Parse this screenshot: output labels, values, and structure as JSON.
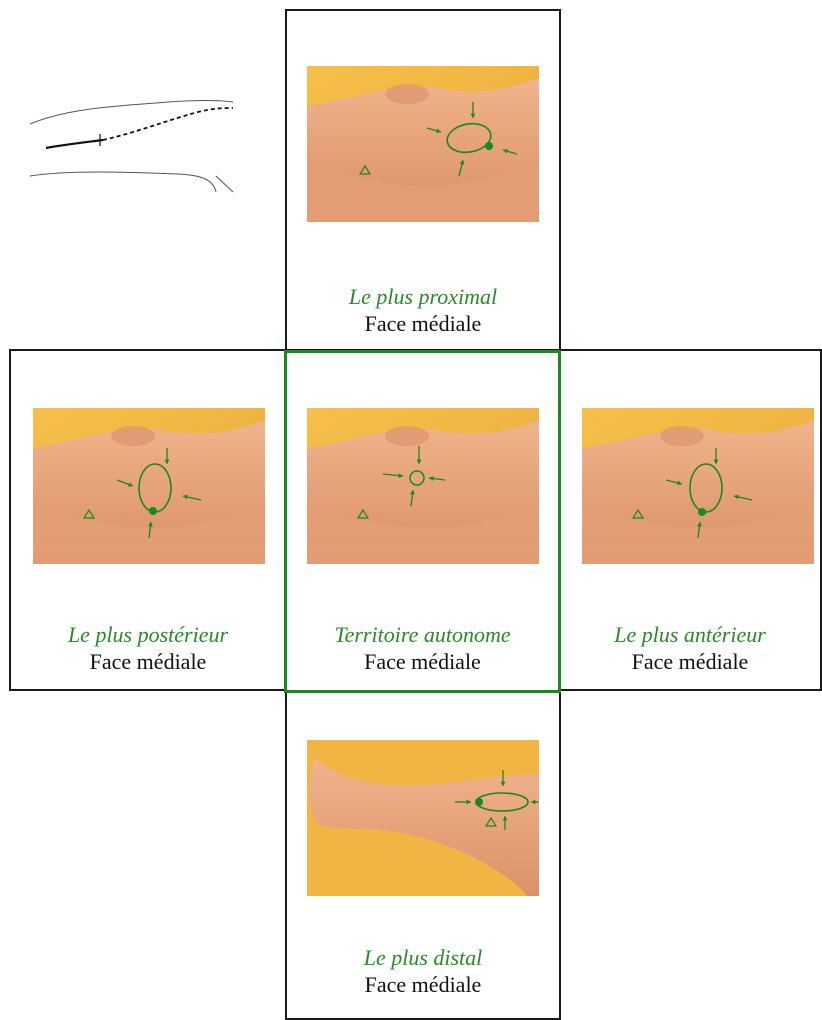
{
  "colors": {
    "accent_green": "#1a8a1a",
    "skin": "#e9ab84",
    "background_orange": "#f4b743",
    "border": "#1a1a1a"
  },
  "panels": {
    "proximal": {
      "title": "Le plus proximal",
      "subtitle": "Face médiale",
      "marker": "proximal-edge"
    },
    "posterior": {
      "title": "Le plus postérieur",
      "subtitle": "Face médiale",
      "marker": "posterior-edge"
    },
    "autonomous": {
      "title": "Territoire autonome",
      "subtitle": "Face médiale",
      "marker": "autonomous-zone"
    },
    "anterior": {
      "title": "Le plus antérieur",
      "subtitle": "Face médiale",
      "marker": "anterior-edge"
    },
    "distal": {
      "title": "Le plus distal",
      "subtitle": "Face médiale",
      "marker": "distal-edge"
    }
  },
  "icons": {
    "arrow": "arrow-icon",
    "boundary": "boundary-ellipse-icon",
    "dot": "stimulation-point-icon",
    "landmark": "landmark-triangle-icon"
  }
}
